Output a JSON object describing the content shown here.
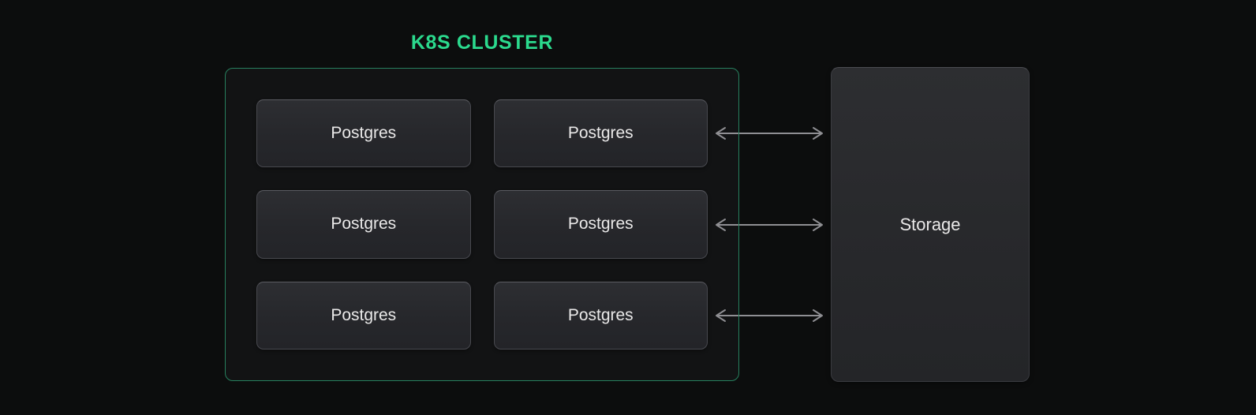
{
  "cluster": {
    "title": "K8S CLUSTER",
    "nodes": [
      {
        "label": "Postgres"
      },
      {
        "label": "Postgres"
      },
      {
        "label": "Postgres"
      },
      {
        "label": "Postgres"
      },
      {
        "label": "Postgres"
      },
      {
        "label": "Postgres"
      }
    ]
  },
  "storage": {
    "label": "Storage"
  },
  "connections": [
    {
      "from": "Postgres (row 1, right column)",
      "to": "Storage",
      "direction": "bidirectional"
    },
    {
      "from": "Postgres (row 2, right column)",
      "to": "Storage",
      "direction": "bidirectional"
    },
    {
      "from": "Postgres (row 3, right column)",
      "to": "Storage",
      "direction": "bidirectional"
    }
  ],
  "colors": {
    "background": "#0c0d0d",
    "cluster_background": "#121314",
    "cluster_border_green": "#27805e",
    "title_green": "#2bd98d",
    "node_fill_top": "#2d2e32",
    "node_fill_bottom": "#232428",
    "node_border": "#48494f",
    "arrow_gray": "#8f8f93",
    "text": "#eae9e9"
  }
}
